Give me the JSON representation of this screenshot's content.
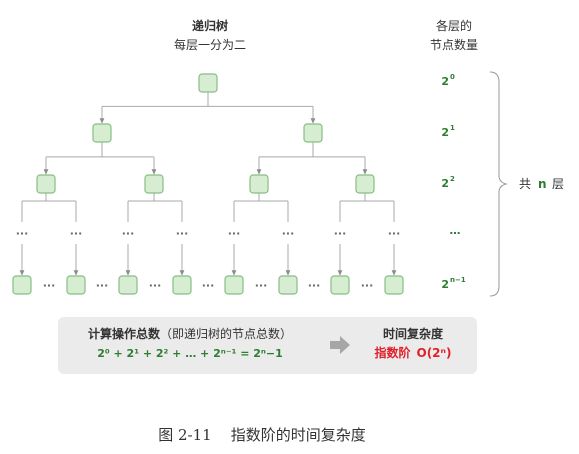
{
  "title": "递归树",
  "subtitle": "每层一分为二",
  "right_header_line1": "各层的",
  "right_header_line2": "节点数量",
  "levels": [
    {
      "base": "2",
      "exp": "0"
    },
    {
      "base": "2",
      "exp": "1"
    },
    {
      "base": "2",
      "exp": "2"
    },
    {
      "base": "…",
      "exp": ""
    },
    {
      "base": "2",
      "exp": "n−1"
    }
  ],
  "bracket_label": {
    "prefix": "共",
    "n": "n",
    "suffix": "层"
  },
  "ellipsis": "···",
  "summary": {
    "left_title": "计算操作总数",
    "left_note": "（即递归树的节点总数）",
    "formula": "2⁰ + 2¹ + 2² + … + 2ⁿ⁻¹ = 2ⁿ−1",
    "right_title": "时间复杂度",
    "right_label": "指数阶",
    "right_value": "O(2ⁿ)"
  },
  "caption": "图 2-11    指数阶的时间复杂度",
  "colors": {
    "node_fill": "#d6edd2",
    "node_stroke": "#86bf84",
    "green_text": "#2f7d31",
    "red_text": "#e0202a",
    "summary_bg": "#ebebeb"
  }
}
